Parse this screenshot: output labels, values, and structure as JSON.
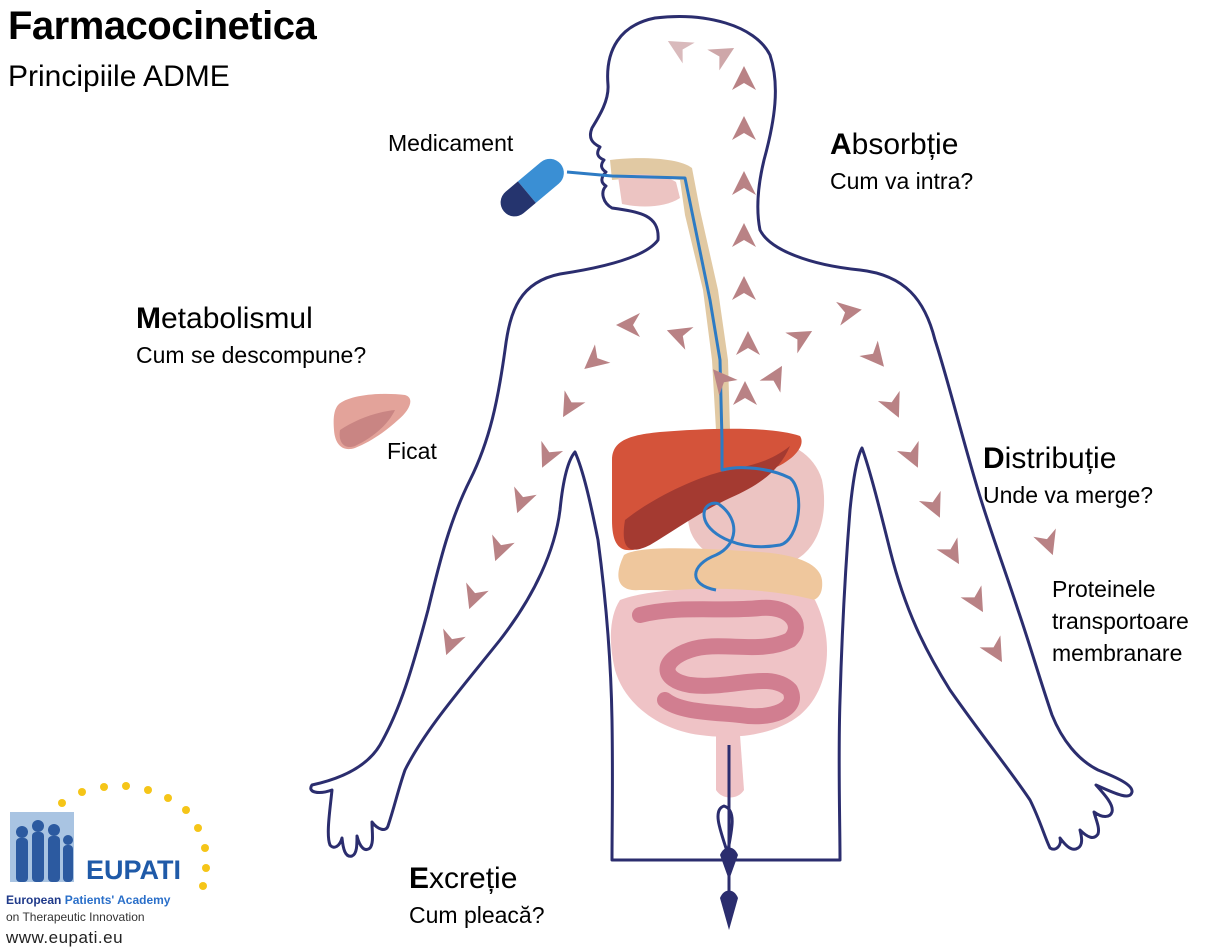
{
  "title": "Farmacocinetica",
  "subtitle": "Principiile ADME",
  "labels": {
    "medicament": "Medicament",
    "ficat": "Ficat",
    "proteine_1": "Proteinele",
    "proteine_2": "transportoare",
    "proteine_3": "membranare"
  },
  "sections": {
    "absorption": {
      "initial": "A",
      "rest": "bsorbție",
      "question": "Cum va intra?"
    },
    "metabolism": {
      "initial": "M",
      "rest": "etabolismul",
      "question": "Cum se descompune?"
    },
    "distribution": {
      "initial": "D",
      "rest": "istribuție",
      "question": "Unde va merge?"
    },
    "excretion": {
      "initial": "E",
      "rest": "xcreție",
      "question": "Cum pleacă?"
    }
  },
  "logo": {
    "word": "EUPATI",
    "org_part1": "European ",
    "org_part2": "Patients' Academy",
    "org_line2": "on Therapeutic Innovation",
    "url": "www.eupati.eu"
  },
  "colors": {
    "outline": "#2b2d6e",
    "arrow": "#b98285",
    "liver": "#d4533a",
    "liver_dark": "#a43a31",
    "intestine": "#d98a98",
    "pipe": "#2d7bc4",
    "esophagus": "#dcbf93",
    "logo_blue": "#1f5aa8",
    "logo_star": "#f5c518"
  }
}
